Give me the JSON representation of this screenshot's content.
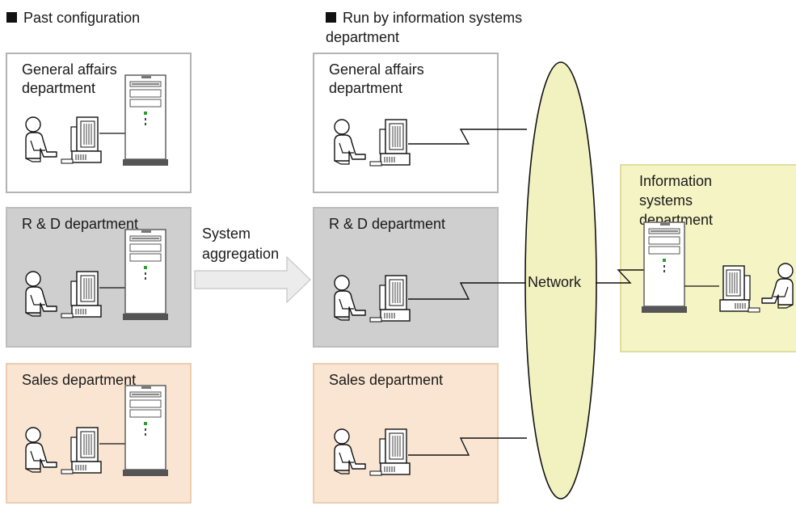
{
  "left_heading": "Past configuration",
  "right_heading": "Run by information systems department",
  "past_departments": [
    {
      "label": "General affairs department"
    },
    {
      "label": "R & D department"
    },
    {
      "label": "Sales department"
    }
  ],
  "run_departments": [
    {
      "label": "General affairs department"
    },
    {
      "label": "R & D department"
    },
    {
      "label": "Sales department"
    }
  ],
  "aggregation_label": "System aggregation",
  "network_label": "Network",
  "info_systems_label": "Information systems department",
  "colors": {
    "general_affairs_fill": "#ffffff",
    "rd_fill": "#cfcfcf",
    "sales_fill": "#f9e5d2",
    "network_fill": "#f2f2c0",
    "info_systems_fill": "#f5f4c4",
    "arrow_fill": "#ececec"
  }
}
